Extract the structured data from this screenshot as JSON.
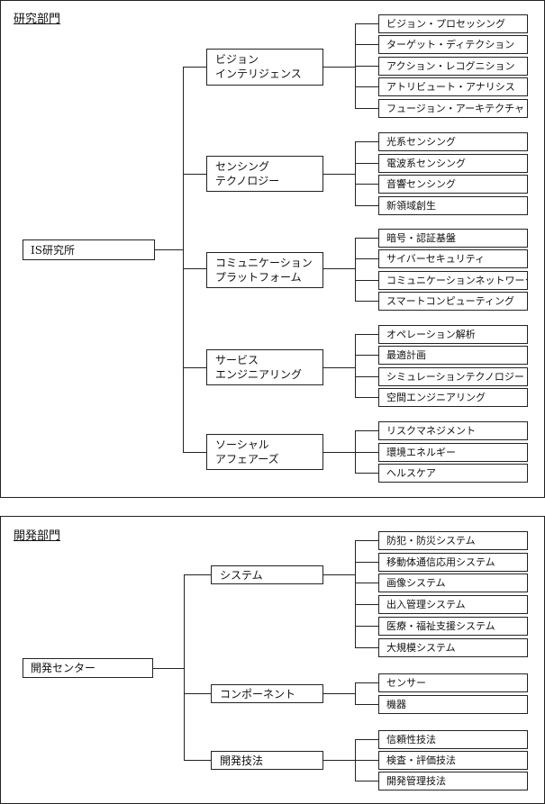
{
  "research": {
    "title": "研究部門",
    "root": "IS研究所",
    "groups": [
      {
        "lines": [
          "ビジョン",
          "インテリジェンス"
        ],
        "items": [
          "ビジョン・プロセッシング",
          "ターゲット・ディテクション",
          "アクション・レコグニション",
          "アトリビュート・アナリシス",
          "フュージョン・アーキテクチャ"
        ]
      },
      {
        "lines": [
          "センシング",
          "テクノロジー"
        ],
        "items": [
          "光系センシング",
          "電波系センシング",
          "音響センシング",
          "新領域創生"
        ]
      },
      {
        "lines": [
          "コミュニケーション",
          "プラットフォーム"
        ],
        "items": [
          "暗号・認証基盤",
          "サイバーセキュリティ",
          "コミュニケーションネットワーク",
          "スマートコンピューティング"
        ]
      },
      {
        "lines": [
          "サービス",
          "エンジニアリング"
        ],
        "items": [
          "オペレーション解析",
          "最適計画",
          "シミュレーションテクノロジー",
          "空間エンジニアリング"
        ]
      },
      {
        "lines": [
          "ソーシャル",
          "アフェアーズ"
        ],
        "items": [
          "リスクマネジメント",
          "環境エネルギー",
          "ヘルスケア"
        ]
      }
    ]
  },
  "development": {
    "title": "開発部門",
    "root": "開発センター",
    "groups": [
      {
        "lines": [
          "システム"
        ],
        "items": [
          "防犯・防災システム",
          "移動体通信応用システム",
          "画像システム",
          "出入管理システム",
          "医療・福祉支援システム",
          "大規模システム"
        ]
      },
      {
        "lines": [
          "コンポーネント"
        ],
        "items": [
          "センサー",
          "機器"
        ]
      },
      {
        "lines": [
          "開発技法"
        ],
        "items": [
          "信頼性技法",
          "検査・評価技法",
          "開発管理技法"
        ]
      }
    ]
  }
}
